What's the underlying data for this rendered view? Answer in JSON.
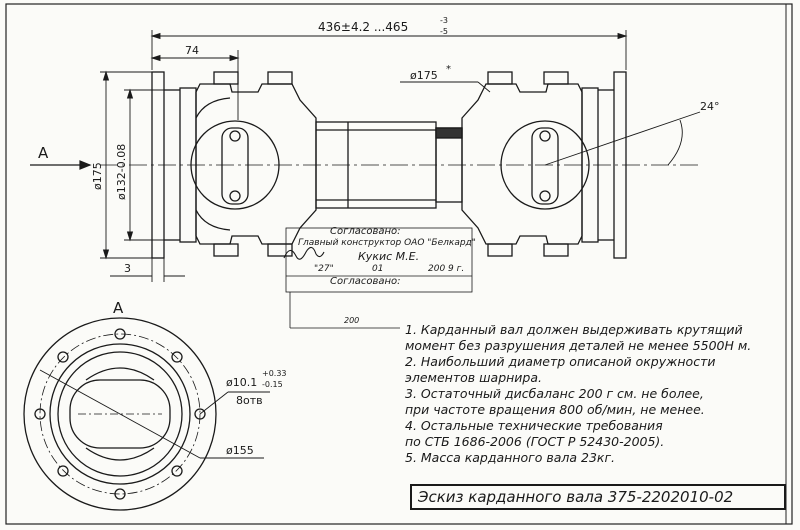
{
  "drawing": {
    "title": "Эскиз карданного вала 375-2202010-02",
    "view_label_arrow": "А",
    "view_label_section": "А",
    "dim_overall": "436±4.2 ...465",
    "dim_overall_tol_upper": "-3",
    "dim_overall_tol_lower": "-5",
    "dim_74": "74",
    "dim_175_top": "ø175",
    "dim_175_top_mark": "*",
    "dim_angle": "24°",
    "dim_175_left": "ø175",
    "dim_132": "ø132-0.08",
    "dim_3": "3",
    "dim_hole": "ø10.1",
    "dim_hole_tol_upper": "+0.33",
    "dim_hole_tol_lower": "-0.15",
    "dim_hole_count": "8отв",
    "dim_155": "ø155"
  },
  "approval": {
    "agreed_1": "Согласовано:",
    "position": "Главный конструктор ОАО \"Белкард\"",
    "name": "Кукис М.Е.",
    "date_day": "\"27\"",
    "date_month": "01",
    "date_year": "200 9 г.",
    "agreed_2": "Согласовано:",
    "year_stub": "200"
  },
  "notes": [
    "1. Карданный вал должен выдерживать крутящий",
    "момент без разрушения деталей не менее 5500Н м.",
    "2.  Наибольший диаметр описаной окружности",
    "элементов шарнира.",
    "3. Остаточный дисбаланс 200 г см. не более,",
    "при частоте вращения 800 об/мин, не менее.",
    "4. Остальные технические требования",
    "по СТБ 1686-2006 (ГОСТ Р 52430-2005).",
    "5. Масса карданного вала 23кг."
  ]
}
